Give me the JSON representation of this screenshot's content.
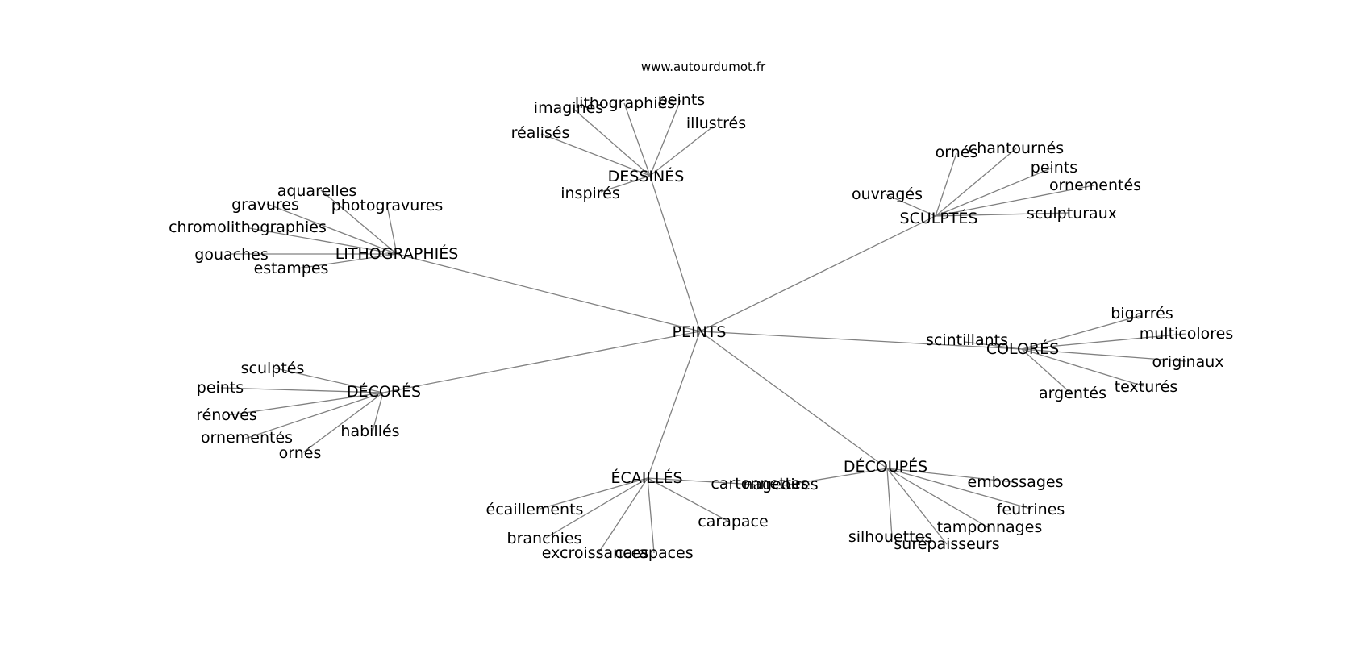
{
  "credit": "www.autourdumot.fr",
  "colors": {
    "edge": "#808080",
    "text": "#000000",
    "background": "#ffffff"
  },
  "center": "PEINTS",
  "hubs": [
    {
      "label": "DESSINÉS",
      "words": [
        "imaginés",
        "lithographiés",
        "peints",
        "illustrés",
        "réalisés",
        "inspirés"
      ]
    },
    {
      "label": "SCULPTÉS",
      "words": [
        "ornés",
        "chantournés",
        "peints",
        "ornementés",
        "ouvragés",
        "sculpturaux"
      ]
    },
    {
      "label": "LITHOGRAPHIÉS",
      "words": [
        "aquarelles",
        "gravures",
        "photogravures",
        "chromolithographies",
        "gouaches",
        "estampes"
      ]
    },
    {
      "label": "COLORÉS",
      "words": [
        "bigarrés",
        "multicolores",
        "scintillants",
        "originaux",
        "texturés",
        "argentés"
      ]
    },
    {
      "label": "DÉCORÉS",
      "words": [
        "sculptés",
        "peints",
        "rénovés",
        "ornementés",
        "habillés",
        "ornés"
      ]
    },
    {
      "label": "ÉCAILLÉS",
      "words": [
        "cartonnettes",
        "écaillements",
        "carapace",
        "branchies",
        "excroissances",
        "carapaces"
      ]
    },
    {
      "label": "DÉCOUPÉS",
      "words": [
        "nageoires",
        "embossages",
        "feutrines",
        "tamponnages",
        "silhouettes",
        "surépaisseurs"
      ]
    }
  ]
}
